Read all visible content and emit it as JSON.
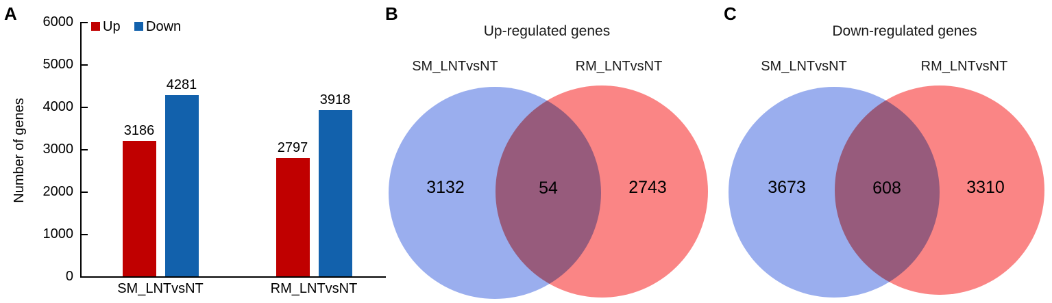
{
  "figure": {
    "panel_a_letter": "A",
    "panel_b_letter": "B",
    "panel_c_letter": "C"
  },
  "colors": {
    "bar_up_red": "#C00000",
    "bar_down_blue": "#1261AC",
    "venn_left_blue": "#9AAEEE",
    "venn_right_red": "#FA8585",
    "axis_black": "#000000"
  },
  "chart_data": [
    {
      "type": "bar",
      "panel": "A",
      "ylabel": "Number of genes",
      "ylim": [
        0,
        6000
      ],
      "ytick_step": 1000,
      "yticks": [
        0,
        1000,
        2000,
        3000,
        4000,
        5000,
        6000
      ],
      "categories": [
        "SM_LNTvsNT",
        "RM_LNTvsNT"
      ],
      "series": [
        {
          "name": "Up",
          "color": "#C00000",
          "values": [
            3186,
            2797
          ]
        },
        {
          "name": "Down",
          "color": "#1261AC",
          "values": [
            4281,
            3918
          ]
        }
      ],
      "legend_position": "top",
      "grid": false,
      "data_labels_shown": true
    },
    {
      "type": "venn",
      "panel": "B",
      "title": "Up-regulated genes",
      "sets": [
        {
          "label": "SM_LNTvsNT",
          "color": "#9AAEEE",
          "unique": 3132
        },
        {
          "label": "RM_LNTvsNT",
          "color": "#FA8585",
          "unique": 2743
        }
      ],
      "overlap": 54
    },
    {
      "type": "venn",
      "panel": "C",
      "title": "Down-regulated genes",
      "sets": [
        {
          "label": "SM_LNTvsNT",
          "color": "#9AAEEE",
          "unique": 3673
        },
        {
          "label": "RM_LNTvsNT",
          "color": "#FA8585",
          "unique": 3310
        }
      ],
      "overlap": 608
    }
  ]
}
